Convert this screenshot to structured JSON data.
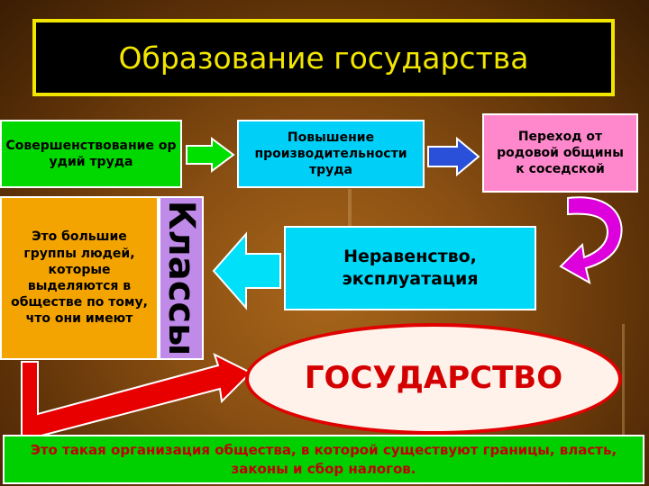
{
  "slide": {
    "title": "Образование государства",
    "box_tools": "Совершенствование орудий труда",
    "box_productivity": "Повышение производительности труда",
    "box_transition": "Переход от родовой общины к соседской",
    "box_definition": "Это большие группы людей, которые выделяются в обществе по тому, что они имеют",
    "label_classes": "Классы",
    "box_inequality": "Неравенство, эксплуатация",
    "state_label": "ГОСУДАРСТВО",
    "state_definition": "Это такая организация общества, в которой существуют границы, власть, законы и сбор налогов."
  },
  "colors": {
    "title_text": "#f2e600",
    "green_box": "#00d800",
    "cyan_box": "#00d0f8",
    "pink_box": "#ff88cc",
    "orange_box": "#f4a400",
    "purple_box": "#c08ae8",
    "red_text": "#d40000",
    "magenta_arrow": "#dd00dd"
  },
  "icons": [
    "arrow-right-green-icon",
    "arrow-right-blue-icon",
    "curved-arrow-magenta-icon",
    "arrow-left-cyan-icon",
    "arrow-red-bent-icon"
  ]
}
